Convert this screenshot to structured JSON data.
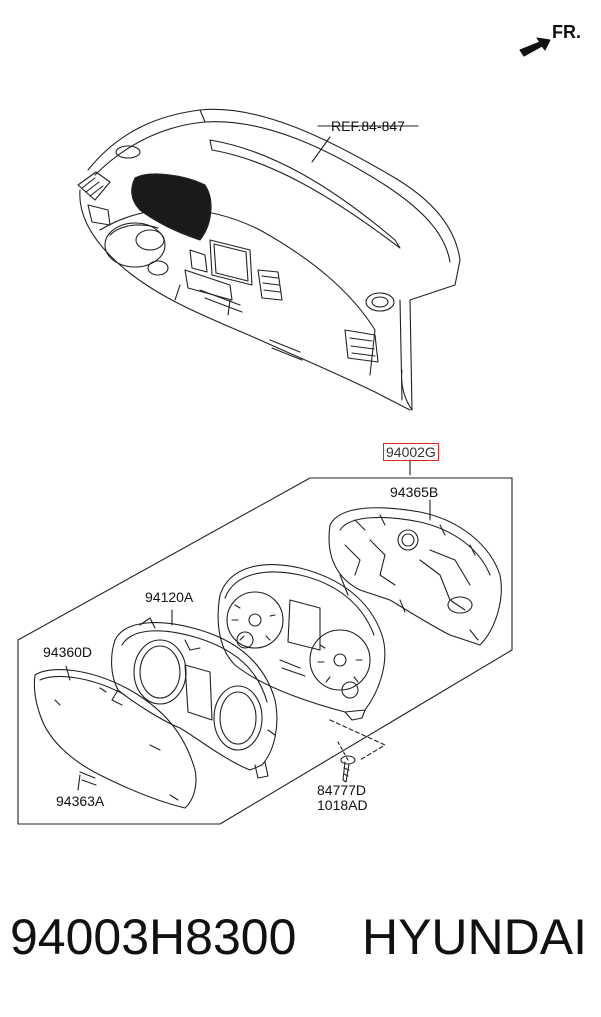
{
  "direction_label": "FR.",
  "reference_label": "REF.84-847",
  "parts": {
    "assembly": "94002G",
    "back_cover": "94365B",
    "dial_plate": "94120A",
    "front_lens": "94360D",
    "lens_clip": "94363A",
    "screw_a": "84777D",
    "screw_b": "1018AD"
  },
  "footer": {
    "part_number": "94003H8300",
    "brand": "HYUNDAI"
  },
  "colors": {
    "line": "#222222",
    "highlight": "#dd2222",
    "text": "#111111"
  }
}
